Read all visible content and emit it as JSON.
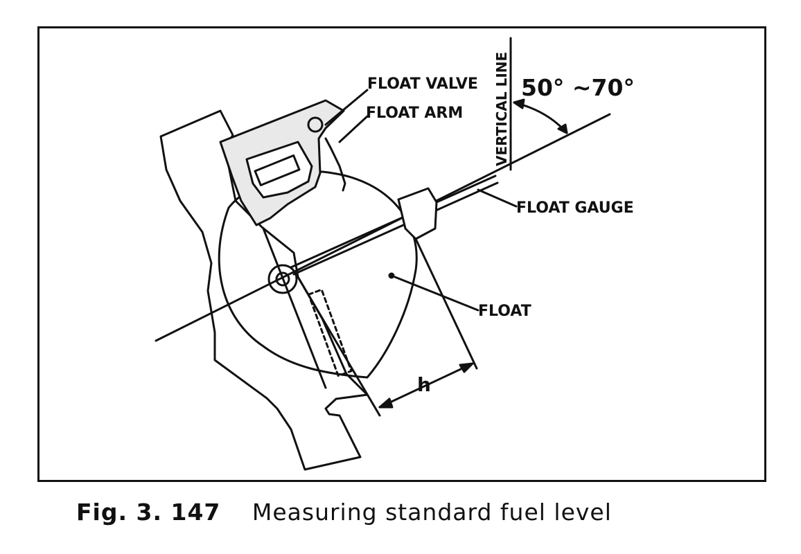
{
  "labels": {
    "float_valve": "FLOAT VALVE",
    "float_arm": "FLOAT ARM",
    "vertical_line": "VERTICAL LINE",
    "angle": "50° ~70°",
    "float_gauge": "FLOAT GAUGE",
    "float": "FLOAT",
    "h": "h"
  },
  "caption": {
    "number": "Fig. 3. 147",
    "text": "Measuring standard fuel level"
  }
}
